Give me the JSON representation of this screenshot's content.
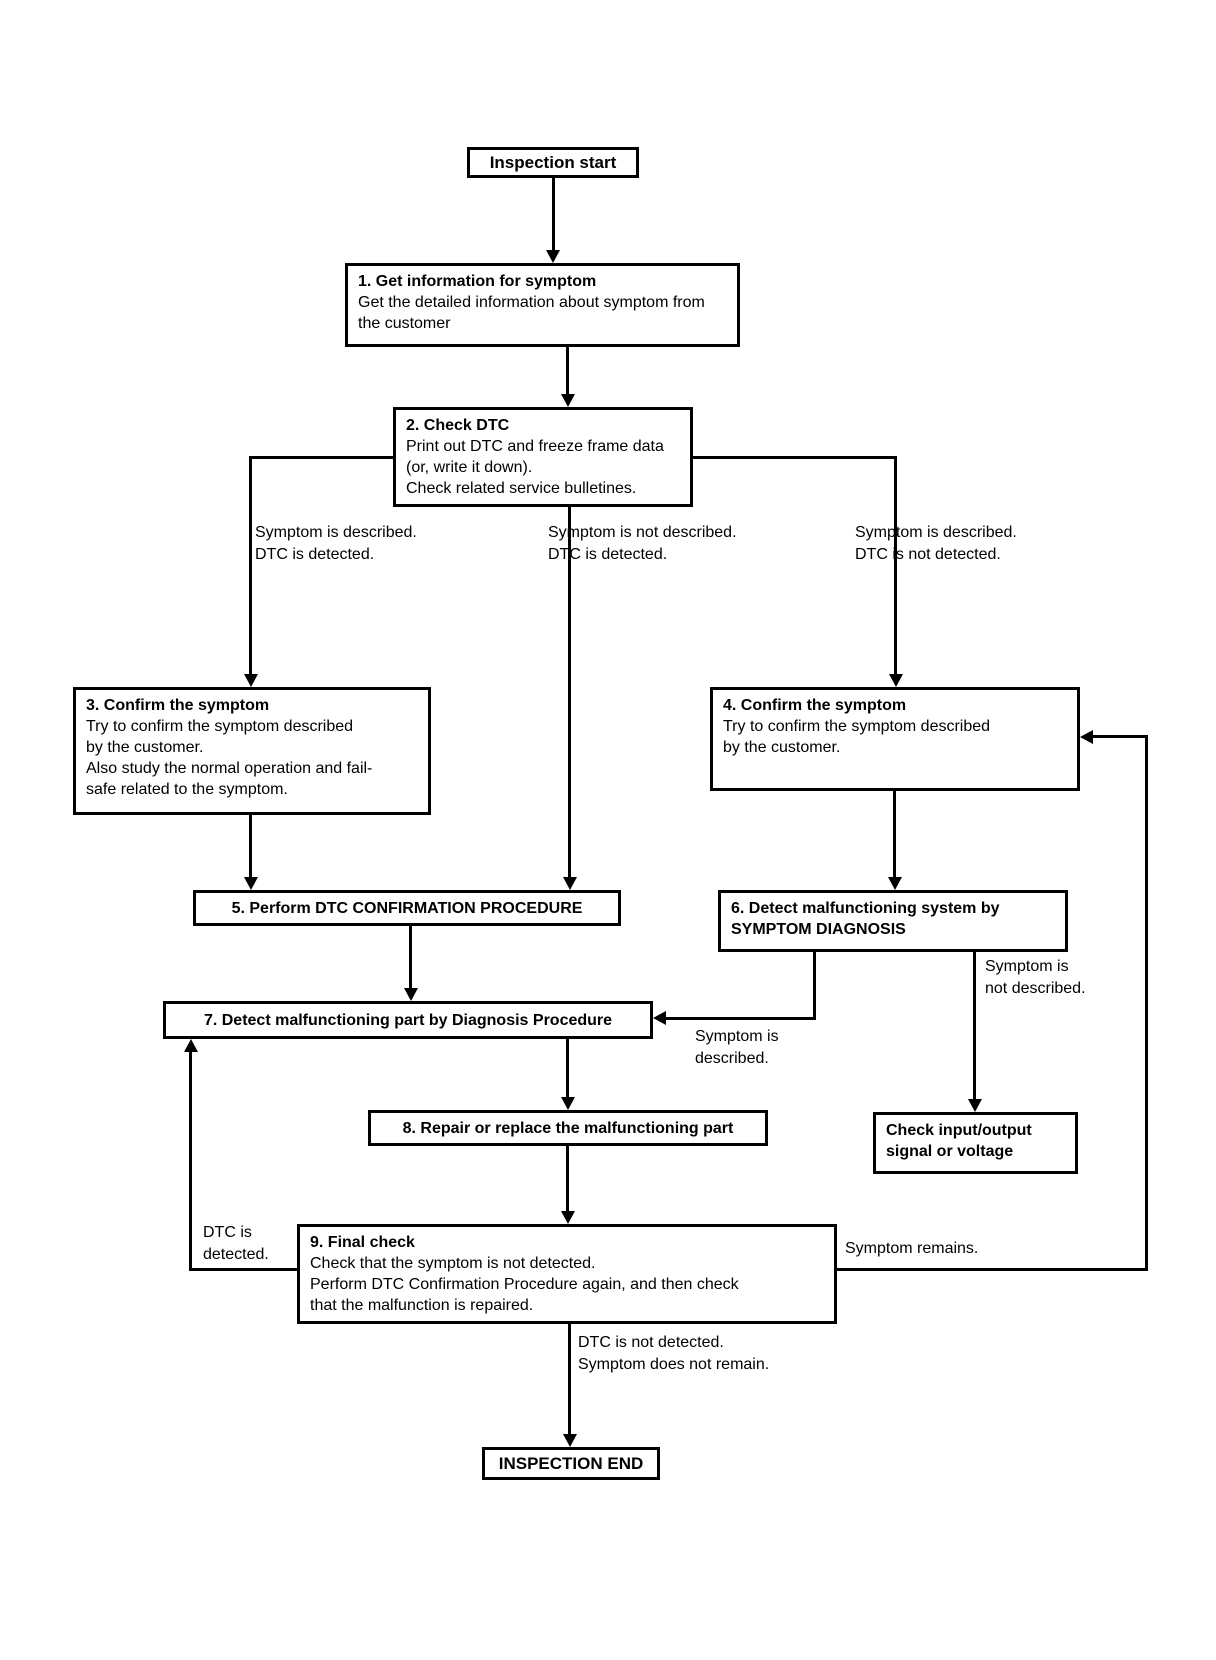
{
  "colors": {
    "line": "#000000",
    "background": "#ffffff",
    "text": "#000000"
  },
  "nodes": {
    "start": {
      "label": "Inspection start"
    },
    "s1": {
      "title": "1. Get information for symptom",
      "body": "Get the detailed information about symptom from\nthe customer"
    },
    "s2": {
      "title": "2. Check DTC",
      "body": "Print out DTC and freeze frame data\n(or, write it down).\nCheck related service bulletines."
    },
    "s3": {
      "title": "3. Confirm the symptom",
      "body": "Try to confirm the symptom described\nby the customer.\nAlso study the normal operation and fail-\nsafe related to the symptom."
    },
    "s4": {
      "title": "4. Confirm the symptom",
      "body": "Try to confirm the symptom described\nby the customer."
    },
    "s5": {
      "title": "5. Perform DTC CONFIRMATION PROCEDURE"
    },
    "s6": {
      "title": "6. Detect malfunctioning system by\nSYMPTOM DIAGNOSIS"
    },
    "s7": {
      "title": "7. Detect malfunctioning part by Diagnosis Procedure"
    },
    "s8": {
      "title": "8. Repair or replace the malfunctioning part"
    },
    "s9": {
      "title": "9. Final check",
      "body": "Check that the symptom is not detected.\nPerform DTC Confirmation Procedure again, and then check\nthat the malfunction is repaired."
    },
    "check_io": {
      "title": "Check input/output\nsignal or voltage"
    },
    "end": {
      "label": "INSPECTION END"
    }
  },
  "labels": {
    "branch_left": "Symptom is described.\nDTC is detected.",
    "branch_center": "Symptom is not described.\nDTC is detected.",
    "branch_right": "Symptom is described.\nDTC is not detected.",
    "symptom_described": "Symptom is\ndescribed.",
    "symptom_not_described": "Symptom is\nnot described.",
    "dtc_detected": "DTC is\ndetected.",
    "symptom_remains": "Symptom remains.",
    "final_ok": "DTC is not detected.\nSymptom does not remain."
  }
}
